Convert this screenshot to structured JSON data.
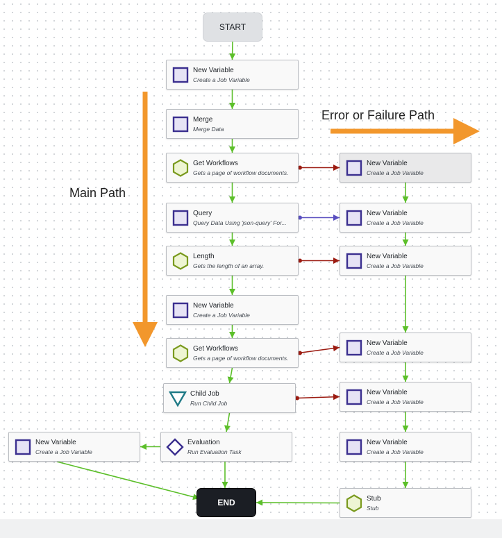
{
  "start": {
    "label": "START"
  },
  "end": {
    "label": "END"
  },
  "annotations": {
    "main_path": "Main Path",
    "error_path": "Error or Failure Path"
  },
  "nodes": [
    {
      "id": "n1",
      "icon": "square-icon",
      "title": "New Variable",
      "subtitle": "Create a Job Variable"
    },
    {
      "id": "n2",
      "icon": "square-icon",
      "title": "Merge",
      "subtitle": "Merge Data"
    },
    {
      "id": "n3",
      "icon": "hexagon-icon",
      "title": "Get Workflows",
      "subtitle": "Gets a page of workflow documents."
    },
    {
      "id": "n4",
      "icon": "square-icon",
      "title": "Query",
      "subtitle": "Query Data Using 'json-query' For..."
    },
    {
      "id": "n5",
      "icon": "hexagon-icon",
      "title": "Length",
      "subtitle": "Gets the length of an array."
    },
    {
      "id": "n6",
      "icon": "square-icon",
      "title": "New Variable",
      "subtitle": "Create a Job Variable"
    },
    {
      "id": "n7",
      "icon": "hexagon-icon",
      "title": "Get Workflows",
      "subtitle": "Gets a page of workflow documents."
    },
    {
      "id": "n8",
      "icon": "triangle-icon",
      "title": "Child Job",
      "subtitle": "Run Child Job"
    },
    {
      "id": "n9",
      "icon": "diamond-icon",
      "title": "Evaluation",
      "subtitle": "Run Evaluation Task"
    },
    {
      "id": "n10",
      "icon": "square-icon",
      "title": "New Variable",
      "subtitle": "Create a Job Variable"
    },
    {
      "id": "e1",
      "icon": "square-icon",
      "title": "New Variable",
      "subtitle": "Create a Job Variable"
    },
    {
      "id": "e2",
      "icon": "square-icon",
      "title": "New Variable",
      "subtitle": "Create a Job Variable"
    },
    {
      "id": "e3",
      "icon": "square-icon",
      "title": "New Variable",
      "subtitle": "Create a Job Variable"
    },
    {
      "id": "e4",
      "icon": "square-icon",
      "title": "New Variable",
      "subtitle": "Create a Job Variable"
    },
    {
      "id": "e5",
      "icon": "square-icon",
      "title": "New Variable",
      "subtitle": "Create a Job Variable"
    },
    {
      "id": "e6",
      "icon": "square-icon",
      "title": "New Variable",
      "subtitle": "Create a Job Variable"
    },
    {
      "id": "e7",
      "icon": "hexagon-icon",
      "title": "Stub",
      "subtitle": "Stub"
    }
  ],
  "connections": [
    {
      "from": "start",
      "to": "n1",
      "kind": "success"
    },
    {
      "from": "n1",
      "to": "n2",
      "kind": "success"
    },
    {
      "from": "n2",
      "to": "n3",
      "kind": "success"
    },
    {
      "from": "n3",
      "to": "n4",
      "kind": "success"
    },
    {
      "from": "n4",
      "to": "n5",
      "kind": "success"
    },
    {
      "from": "n5",
      "to": "n6",
      "kind": "success"
    },
    {
      "from": "n6",
      "to": "n7",
      "kind": "success"
    },
    {
      "from": "n7",
      "to": "n8",
      "kind": "success"
    },
    {
      "from": "n8",
      "to": "n9",
      "kind": "success"
    },
    {
      "from": "n9",
      "to": "end",
      "kind": "success"
    },
    {
      "from": "n9",
      "to": "n10",
      "kind": "success"
    },
    {
      "from": "n10",
      "to": "end",
      "kind": "success"
    },
    {
      "from": "n3",
      "to": "e1",
      "kind": "error"
    },
    {
      "from": "n4",
      "to": "e2",
      "kind": "transition"
    },
    {
      "from": "n5",
      "to": "e3",
      "kind": "error"
    },
    {
      "from": "n7",
      "to": "e4",
      "kind": "error"
    },
    {
      "from": "n8",
      "to": "e5",
      "kind": "error"
    },
    {
      "from": "e1",
      "to": "e2",
      "kind": "success"
    },
    {
      "from": "e2",
      "to": "e3",
      "kind": "success"
    },
    {
      "from": "e3",
      "to": "e4",
      "kind": "success"
    },
    {
      "from": "e4",
      "to": "e5",
      "kind": "success"
    },
    {
      "from": "e5",
      "to": "e6",
      "kind": "success"
    },
    {
      "from": "e6",
      "to": "e7",
      "kind": "success"
    },
    {
      "from": "e7",
      "to": "end",
      "kind": "success"
    }
  ],
  "colors": {
    "success": "#5cbf2a",
    "error": "#9c1c12",
    "transition": "#5a4fc0",
    "annotation_arrow": "#f2972c",
    "square_icon": "#3b2f8f",
    "square_fill": "#e6e3f5",
    "hexagon_icon": "#7a9a1e",
    "hexagon_fill": "#eef5d3",
    "triangle_icon": "#1f7a86",
    "diamond_icon": "#3b2f8f"
  }
}
